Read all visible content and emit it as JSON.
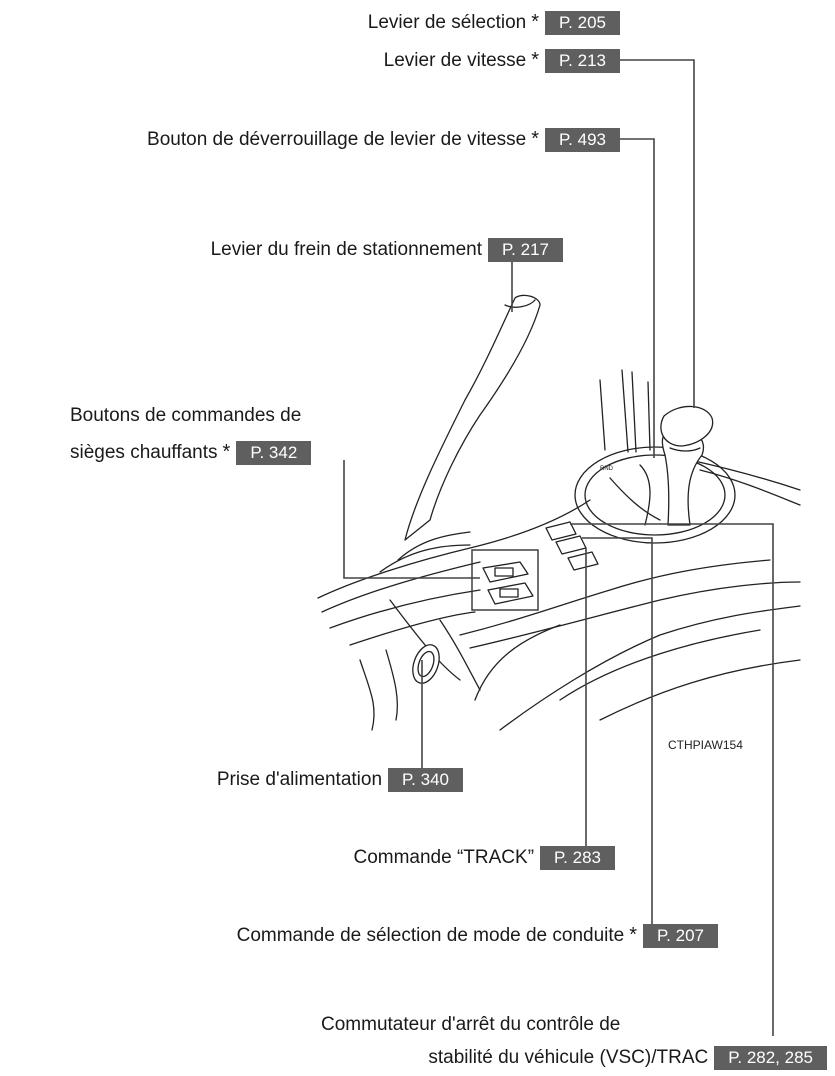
{
  "labels": {
    "selection_lever": {
      "text": "Levier de sélection",
      "asterisk": "*",
      "page": "P. 205"
    },
    "shift_lever": {
      "text": "Levier de vitesse",
      "asterisk": "*",
      "page": "P. 213"
    },
    "shift_lock_release": {
      "text": "Bouton de déverrouillage de levier de vitesse",
      "asterisk": "*",
      "page": "P. 493"
    },
    "parking_brake": {
      "text": "Levier du frein de stationnement",
      "page": "P. 217"
    },
    "seat_heater": {
      "line1": "Boutons de commandes de",
      "line2": "sièges chauffants",
      "asterisk": "*",
      "page": "P. 342"
    },
    "power_outlet": {
      "text": "Prise d'alimentation",
      "page": "P. 340"
    },
    "track_switch": {
      "text": "Commande “TRACK”",
      "page": "P. 283"
    },
    "drive_mode": {
      "text": "Commande de sélection de mode de conduite",
      "asterisk": "*",
      "page": "P. 207"
    },
    "vsc_off": {
      "line1": "Commutateur d'arrêt du contrôle de",
      "line2": "stabilité du véhicule (VSC)/TRAC",
      "page": "P. 282, 285"
    }
  },
  "image_code": "CTHPIAW154",
  "colors": {
    "page_badge": "#5f5f5f",
    "line": "#444444"
  }
}
